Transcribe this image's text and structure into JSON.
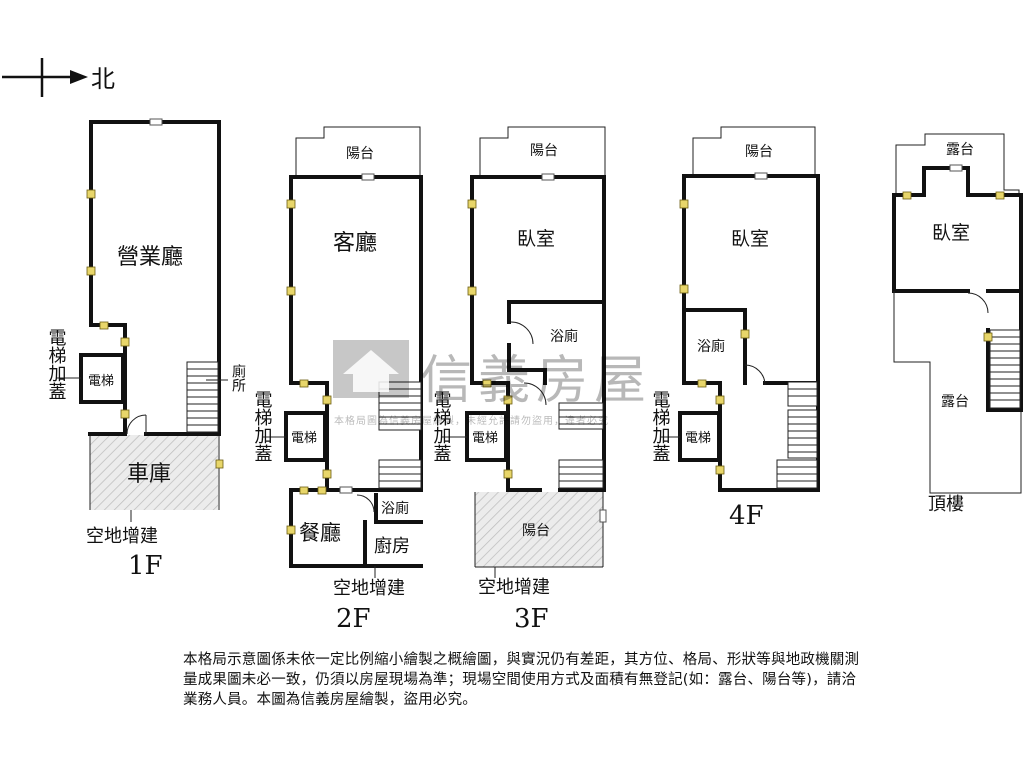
{
  "compass": {
    "label": "北"
  },
  "watermark": {
    "brand": "信義房屋",
    "sub": "本格局圖為信義房屋繪製，未經允許請勿盜用，違者必究"
  },
  "floors": {
    "f1": {
      "name": "1F",
      "rooms": {
        "hall": "營業廳",
        "toilet": "廁所",
        "elevator": "電梯",
        "elevator_note": "電梯加蓋",
        "garage": "車庫",
        "addition": "空地增建"
      }
    },
    "f2": {
      "name": "2F",
      "rooms": {
        "balcony": "陽台",
        "living": "客廳",
        "elevator": "電梯",
        "elevator_note": "電梯加蓋",
        "bath": "浴廁",
        "dining": "餐廳",
        "kitchen": "廚房",
        "addition": "空地增建"
      }
    },
    "f3": {
      "name": "3F",
      "rooms": {
        "balcony": "陽台",
        "bedroom": "臥室",
        "bath": "浴廁",
        "elevator": "電梯",
        "elevator_note": "電梯加蓋",
        "rear_balcony": "陽台",
        "addition": "空地增建"
      }
    },
    "f4": {
      "name": "4F",
      "rooms": {
        "balcony": "陽台",
        "bedroom": "臥室",
        "bath": "浴廁",
        "elevator": "電梯",
        "elevator_note": "電梯加蓋"
      }
    },
    "roof": {
      "name": "頂樓",
      "rooms": {
        "terrace_top": "露台",
        "bedroom": "臥室",
        "terrace": "露台"
      }
    }
  },
  "note": "本格局示意圖係未依一定比例縮小繪製之概繪圖，與實況仍有差距，其方位、格局、形狀等與地政機關測量成果圖未必一致，仍須以房屋現場為準；現場空間使用方式及面積有無登記(如：露台、陽台等)，請洽業務人員。本圖為信義房屋繪製，盜用必究。"
}
